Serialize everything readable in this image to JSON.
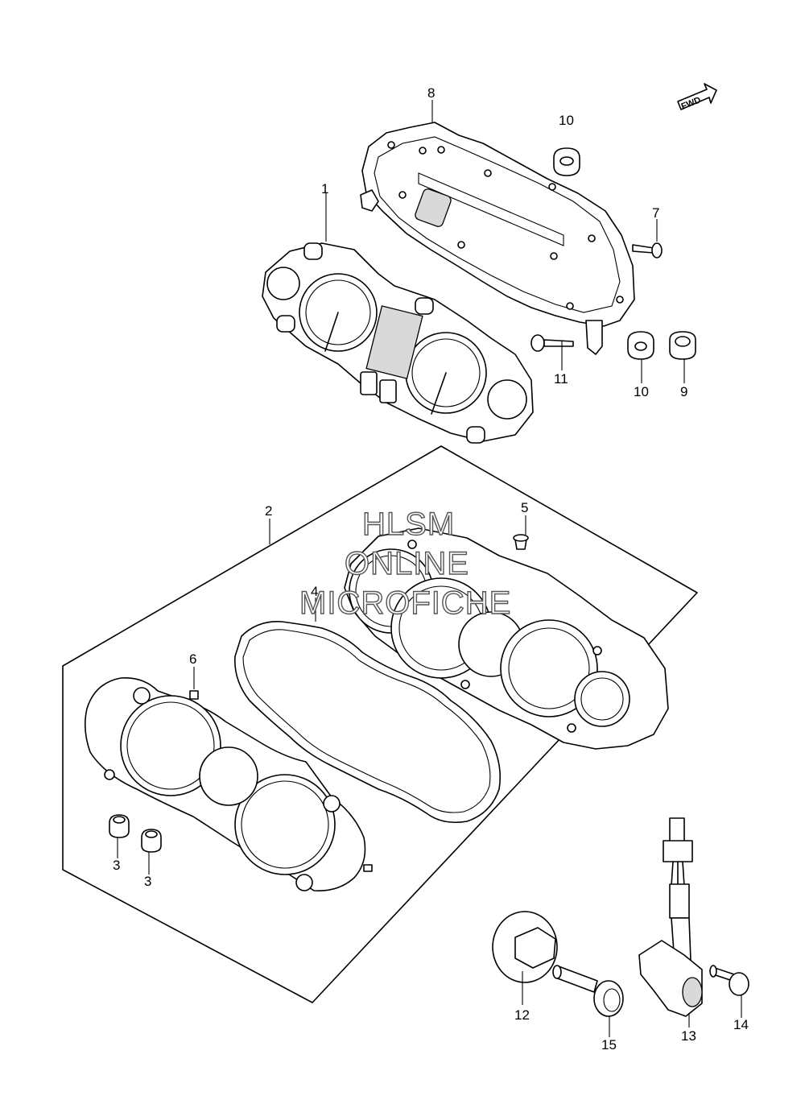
{
  "diagram": {
    "watermark": [
      "HLSM",
      "ONLINE",
      "MICROFICHE"
    ],
    "forward_badge": "FWD",
    "callouts": [
      {
        "id": "8",
        "label": "8"
      },
      {
        "id": "10a",
        "label": "10"
      },
      {
        "id": "1",
        "label": "1"
      },
      {
        "id": "7",
        "label": "7"
      },
      {
        "id": "11",
        "label": "11"
      },
      {
        "id": "10b",
        "label": "10"
      },
      {
        "id": "9",
        "label": "9"
      },
      {
        "id": "2",
        "label": "2"
      },
      {
        "id": "5",
        "label": "5"
      },
      {
        "id": "4",
        "label": "4"
      },
      {
        "id": "6",
        "label": "6"
      },
      {
        "id": "3a",
        "label": "3"
      },
      {
        "id": "3b",
        "label": "3"
      },
      {
        "id": "12",
        "label": "12"
      },
      {
        "id": "15",
        "label": "15"
      },
      {
        "id": "13",
        "label": "13"
      },
      {
        "id": "14",
        "label": "14"
      }
    ]
  }
}
